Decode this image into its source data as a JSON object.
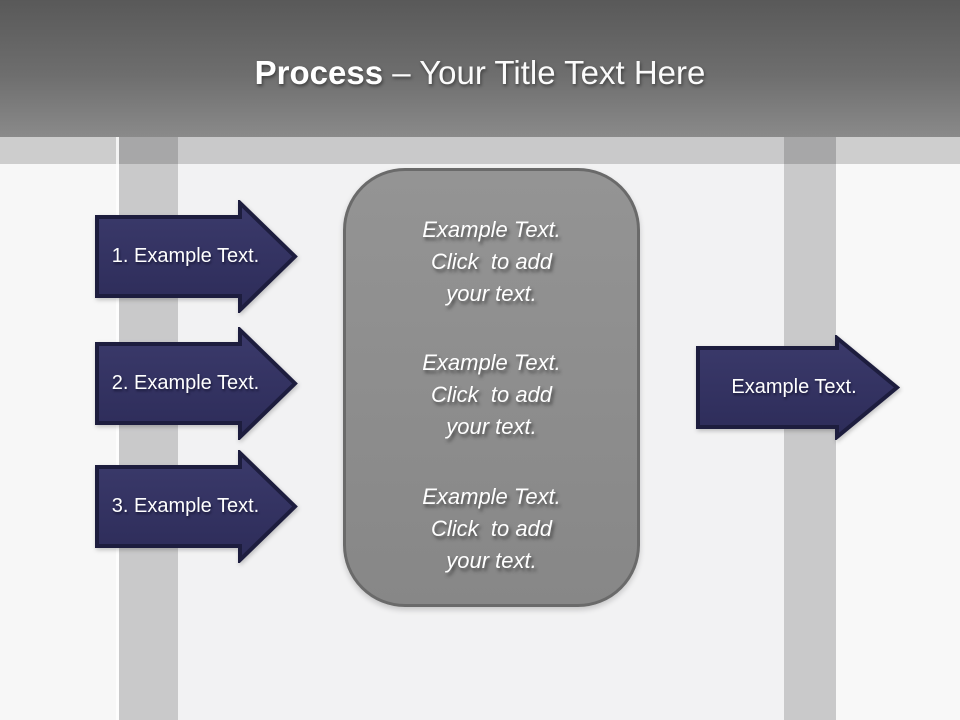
{
  "slide": {
    "title": {
      "bold": "Process",
      "rest": " – Your Title Text Here"
    }
  },
  "left_arrows": [
    {
      "label": "1. Example Text."
    },
    {
      "label": "2. Example Text."
    },
    {
      "label": "3. Example Text."
    }
  ],
  "right_arrow": {
    "label": "Example Text."
  },
  "center_box": {
    "blocks": [
      {
        "lines": [
          "Example Text.",
          "Click  to add",
          "your text."
        ]
      },
      {
        "lines": [
          "Example Text.",
          "Click  to add",
          "your text."
        ]
      },
      {
        "lines": [
          "Example Text.",
          "Click  to add",
          "your text."
        ]
      }
    ]
  },
  "colors": {
    "arrow_fill_top": "#3B3A6B",
    "arrow_fill_bottom": "#2D2C59",
    "arrow_border": "#1D1D3E",
    "box_fill": "#8E8E8E",
    "box_border": "#6A6A6A",
    "header_gradient_top": "#595959",
    "header_gradient_bottom": "#8A8A8A",
    "stripe_gray": "#C9C9C9",
    "background": "#F2F2F3",
    "text": "#FFFFFF"
  }
}
